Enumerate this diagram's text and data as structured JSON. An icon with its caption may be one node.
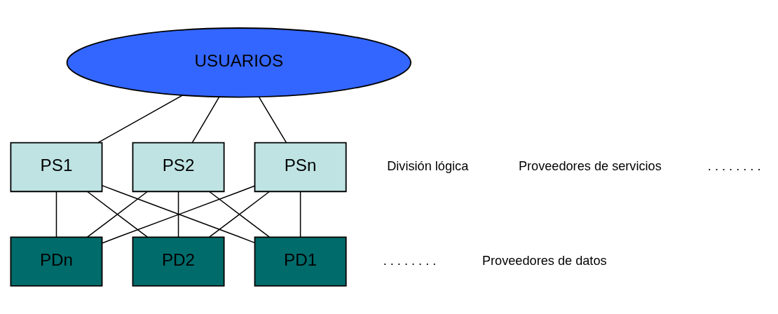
{
  "diagram": {
    "nodes": [
      {
        "text": [
          "USUARIOS"
        ]
      },
      {
        "text": [
          "PS1"
        ]
      },
      {
        "text": [
          "PS2"
        ]
      },
      {
        "text": [
          "PSn"
        ]
      },
      {
        "text": [
          "PD1"
        ]
      },
      {
        "text": [
          "PD2"
        ]
      },
      {
        "text": [
          "PDn"
        ]
      }
    ],
    "edges": [
      {
        "from": 0,
        "to": 1,
        "arrow": "none"
      },
      {
        "from": 0,
        "to": 2,
        "arrow": "none"
      },
      {
        "from": 0,
        "to": 3,
        "arrow": "none"
      },
      {
        "from": 1,
        "to": 4,
        "arrow": "none"
      },
      {
        "from": 1,
        "to": 5,
        "arrow": "none"
      },
      {
        "from": 1,
        "to": 6,
        "arrow": "none"
      },
      {
        "from": 2,
        "to": 4,
        "arrow": "none"
      },
      {
        "from": 2,
        "to": 5,
        "arrow": "none"
      },
      {
        "from": 2,
        "to": 6,
        "arrow": "none"
      },
      {
        "from": 3,
        "to": 4,
        "arrow": "none"
      },
      {
        "from": 3,
        "to": 5,
        "arrow": "none"
      },
      {
        "from": 3,
        "to": 6,
        "arrow": "none"
      }
    ],
    "labels": [
      "Proveedores de servicios",
      ". . . . . . . .",
      "División lógica",
      ". . . . . . . .",
      "Proveedores de datos"
    ]
  }
}
